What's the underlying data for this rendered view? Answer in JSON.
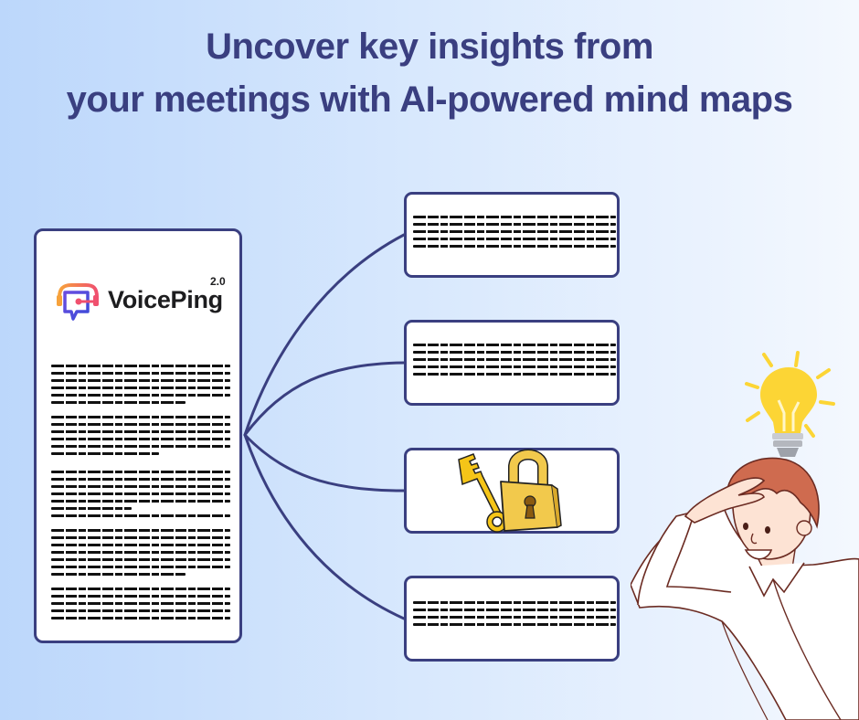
{
  "headline": {
    "line1": "Uncover key insights from",
    "line2": "your meetings with AI-powered mind maps"
  },
  "document": {
    "logo": {
      "brand": "VoicePing",
      "version": "2.0",
      "icon": "chat-bubble-headset-icon",
      "colors": {
        "gradient_start": "#f7a23b",
        "gradient_mid": "#f0506e",
        "gradient_end": "#3a4bd8"
      }
    },
    "paragraphs_line_counts": [
      6,
      6,
      6,
      7,
      5
    ],
    "note": "blurred placeholder text"
  },
  "mind_map": {
    "center": "document-node",
    "branches": [
      {
        "type": "text-summary",
        "content": "blurred placeholder text",
        "lines": 5
      },
      {
        "type": "text-summary",
        "content": "blurred placeholder text",
        "lines": 5
      },
      {
        "type": "image",
        "icon": "key-and-padlock-icon"
      },
      {
        "type": "text-summary",
        "content": "blurred placeholder text",
        "lines": 4
      }
    ]
  },
  "illustration": {
    "character": "man-shading-eyes-looking",
    "idea_icon": "lightbulb-icon"
  },
  "colors": {
    "accent": "#3a3f80",
    "background_left": "#bcd7fb",
    "background_right": "#f4f8fe",
    "lightbulb": "#fcd535",
    "lock": "#f2c94c",
    "hair": "#cf6b4f"
  }
}
